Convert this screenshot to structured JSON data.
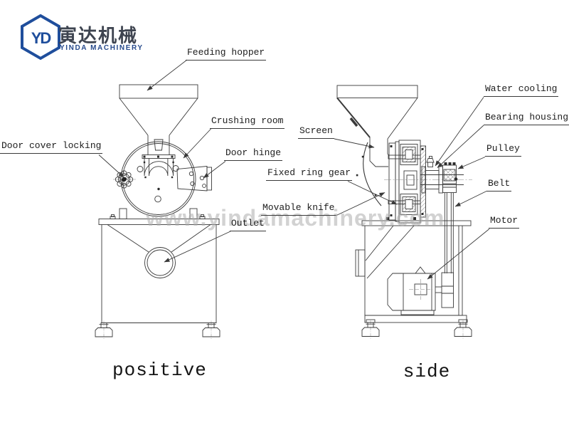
{
  "header": {
    "logo": {
      "monogram": "YD",
      "chinese_name": "寅达机械",
      "english_name": "YINDA MACHINERY"
    }
  },
  "watermark": {
    "text": "www.yindamachinery.com"
  },
  "diagram": {
    "front_view": {
      "caption": "positive",
      "labels": {
        "feeding_hopper": "Feeding hopper",
        "crushing_room": "Crushing room",
        "door_cover_locking": "Door cover locking",
        "door_hinge": "Door hinge",
        "outlet": "Outlet"
      }
    },
    "side_view": {
      "caption": "side",
      "labels": {
        "screen": "Screen",
        "fixed_ring_gear": "Fixed ring gear",
        "movable_knife": "Movable knife",
        "water_cooling": "Water cooling",
        "bearing_housing": "Bearing housing",
        "pulley": "Pulley",
        "belt": "Belt",
        "motor": "Motor"
      }
    }
  },
  "colors": {
    "logo_blue": "#1f4e9c",
    "line_color": "#3a3a3a",
    "watermark_gray": "#adadad"
  }
}
